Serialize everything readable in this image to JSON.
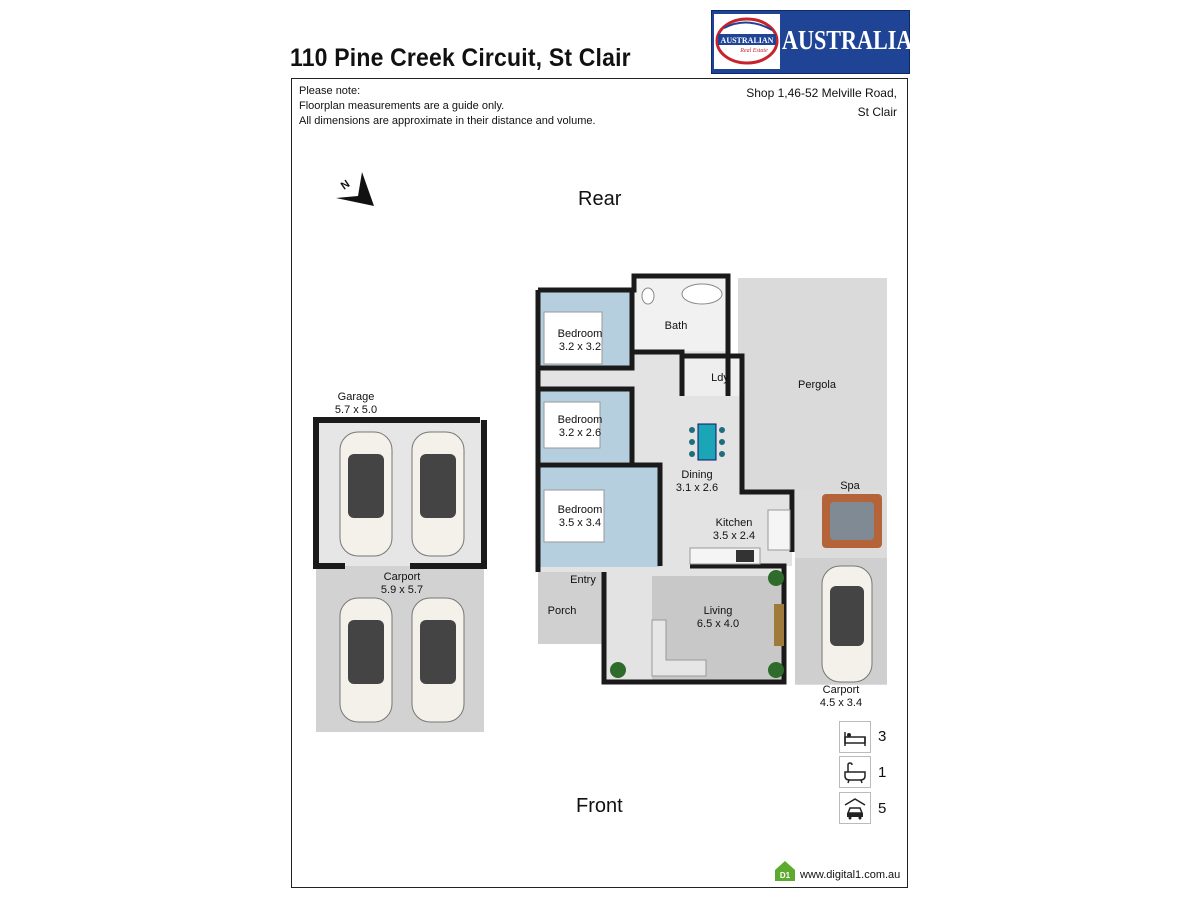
{
  "header": {
    "title": "110 Pine Creek Circuit, St Clair",
    "brand": "AUSTRALIAN",
    "logo_badge_text": "AUSTRALIAN Real Estate"
  },
  "notes": {
    "heading": "Please note:",
    "line1": "Floorplan measurements are a guide only.",
    "line2": "All dimensions are approximate in their distance and volume."
  },
  "office": {
    "line1": "Shop 1,46-52 Melville Road,",
    "line2": "St Clair"
  },
  "orientation": {
    "rear": "Rear",
    "front": "Front",
    "north": "N"
  },
  "rooms": {
    "garage": {
      "name": "Garage",
      "dims": "5.7 x 5.0"
    },
    "carport_left": {
      "name": "Carport",
      "dims": "5.9 x 5.7"
    },
    "bedroom1": {
      "name": "Bedroom",
      "dims": "3.2 x 3.2"
    },
    "bedroom2": {
      "name": "Bedroom",
      "dims": "3.2 x 2.6"
    },
    "bedroom3": {
      "name": "Bedroom",
      "dims": "3.5 x 3.4"
    },
    "bath": {
      "name": "Bath"
    },
    "laundry": {
      "name": "Ldy"
    },
    "dining": {
      "name": "Dining",
      "dims": "3.1 x 2.6"
    },
    "kitchen": {
      "name": "Kitchen",
      "dims": "3.5 x 2.4"
    },
    "living": {
      "name": "Living",
      "dims": "6.5 x 4.0"
    },
    "entry": {
      "name": "Entry"
    },
    "porch": {
      "name": "Porch"
    },
    "pergola": {
      "name": "Pergola"
    },
    "spa": {
      "name": "Spa"
    },
    "carport_right": {
      "name": "Carport",
      "dims": "4.5 x 3.4"
    }
  },
  "stats": {
    "bedrooms": "3",
    "bathrooms": "1",
    "car_spaces": "5"
  },
  "footer": {
    "badge": "D1",
    "url": "www.digital1.com.au"
  },
  "colors": {
    "brand_blue": "#1f4496",
    "bedroom_blue": "#b6cfdf",
    "floor_grey": "#e4e4e4",
    "outdoor_grey": "#cfcfcf",
    "wall": "#1a1a1a",
    "spa_copper": "#b5643a",
    "logo_green": "#5cab2e"
  }
}
